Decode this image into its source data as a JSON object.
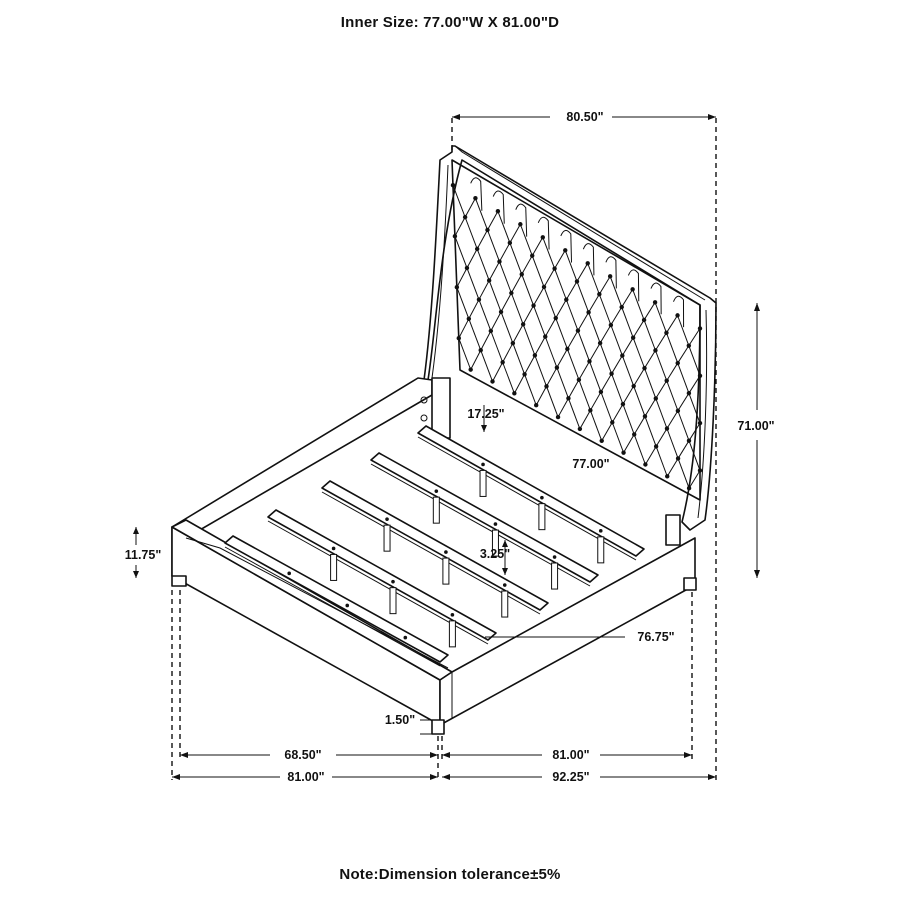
{
  "header": {
    "inner_size": "Inner Size: 77.00\"W X 81.00\"D"
  },
  "footer": {
    "note": "Note:Dimension tolerance±5%"
  },
  "dimensions": {
    "headboard_width": "80.50\"",
    "overall_height": "71.00\"",
    "inner_width": "77.00\"",
    "leg_offset": "17.25\"",
    "rail_height": "11.75\"",
    "slat_gap": "3.25\"",
    "slat_length": "76.75\"",
    "leg_height": "1.50\"",
    "front_inner_width": "68.50\"",
    "front_width": "81.00\"",
    "side_inner_length": "81.00\"",
    "side_length": "92.25\""
  }
}
